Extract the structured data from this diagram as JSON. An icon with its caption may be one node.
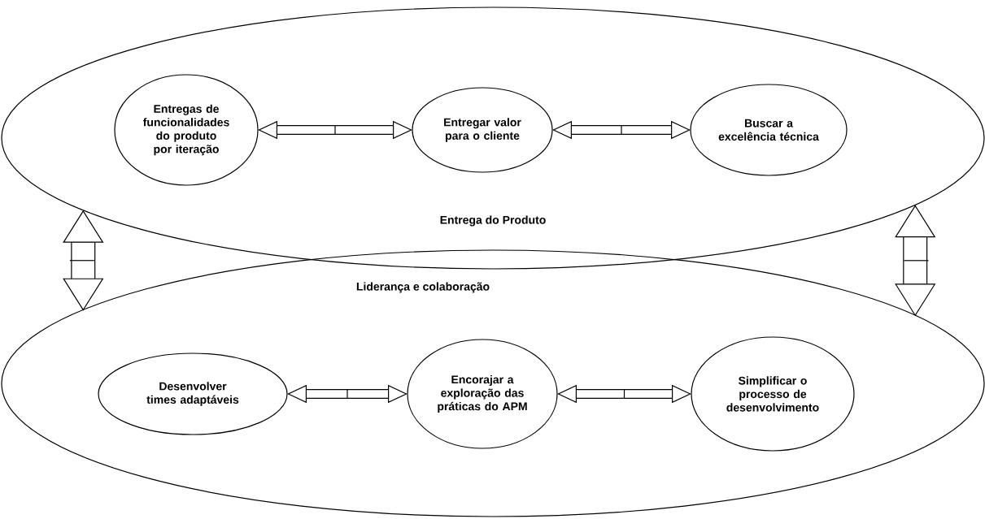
{
  "diagram": {
    "nodes": [
      {
        "text": [
          "Entrega do Produto"
        ]
      },
      {
        "text": [
          "Entregas de funcionalidades do produto por iteração"
        ],
        "in": 0
      },
      {
        "text": [
          "Entregar valor para o cliente"
        ],
        "in": 0
      },
      {
        "text": [
          "Buscar a excelência técnica"
        ],
        "in": 0
      },
      {
        "text": [
          "Liderança e colaboração"
        ]
      },
      {
        "text": [
          "Desenvolver times adaptáveis"
        ],
        "in": 4
      },
      {
        "text": [
          "Encorajar a exploração das práticas do APM"
        ],
        "in": 4
      },
      {
        "text": [
          "Simplificar o processo de desenvolvimento"
        ],
        "in": 4
      }
    ],
    "edges": [
      {
        "from": 1,
        "to": 2,
        "arrow": "both"
      },
      {
        "from": 2,
        "to": 3,
        "arrow": "both"
      },
      {
        "from": 5,
        "to": 6,
        "arrow": "both"
      },
      {
        "from": 6,
        "to": 7,
        "arrow": "both"
      },
      {
        "from": 0,
        "to": 4,
        "arrow": "both",
        "style": "thick"
      },
      {
        "from": 0,
        "to": 4,
        "arrow": "both",
        "style": "thick"
      }
    ]
  }
}
